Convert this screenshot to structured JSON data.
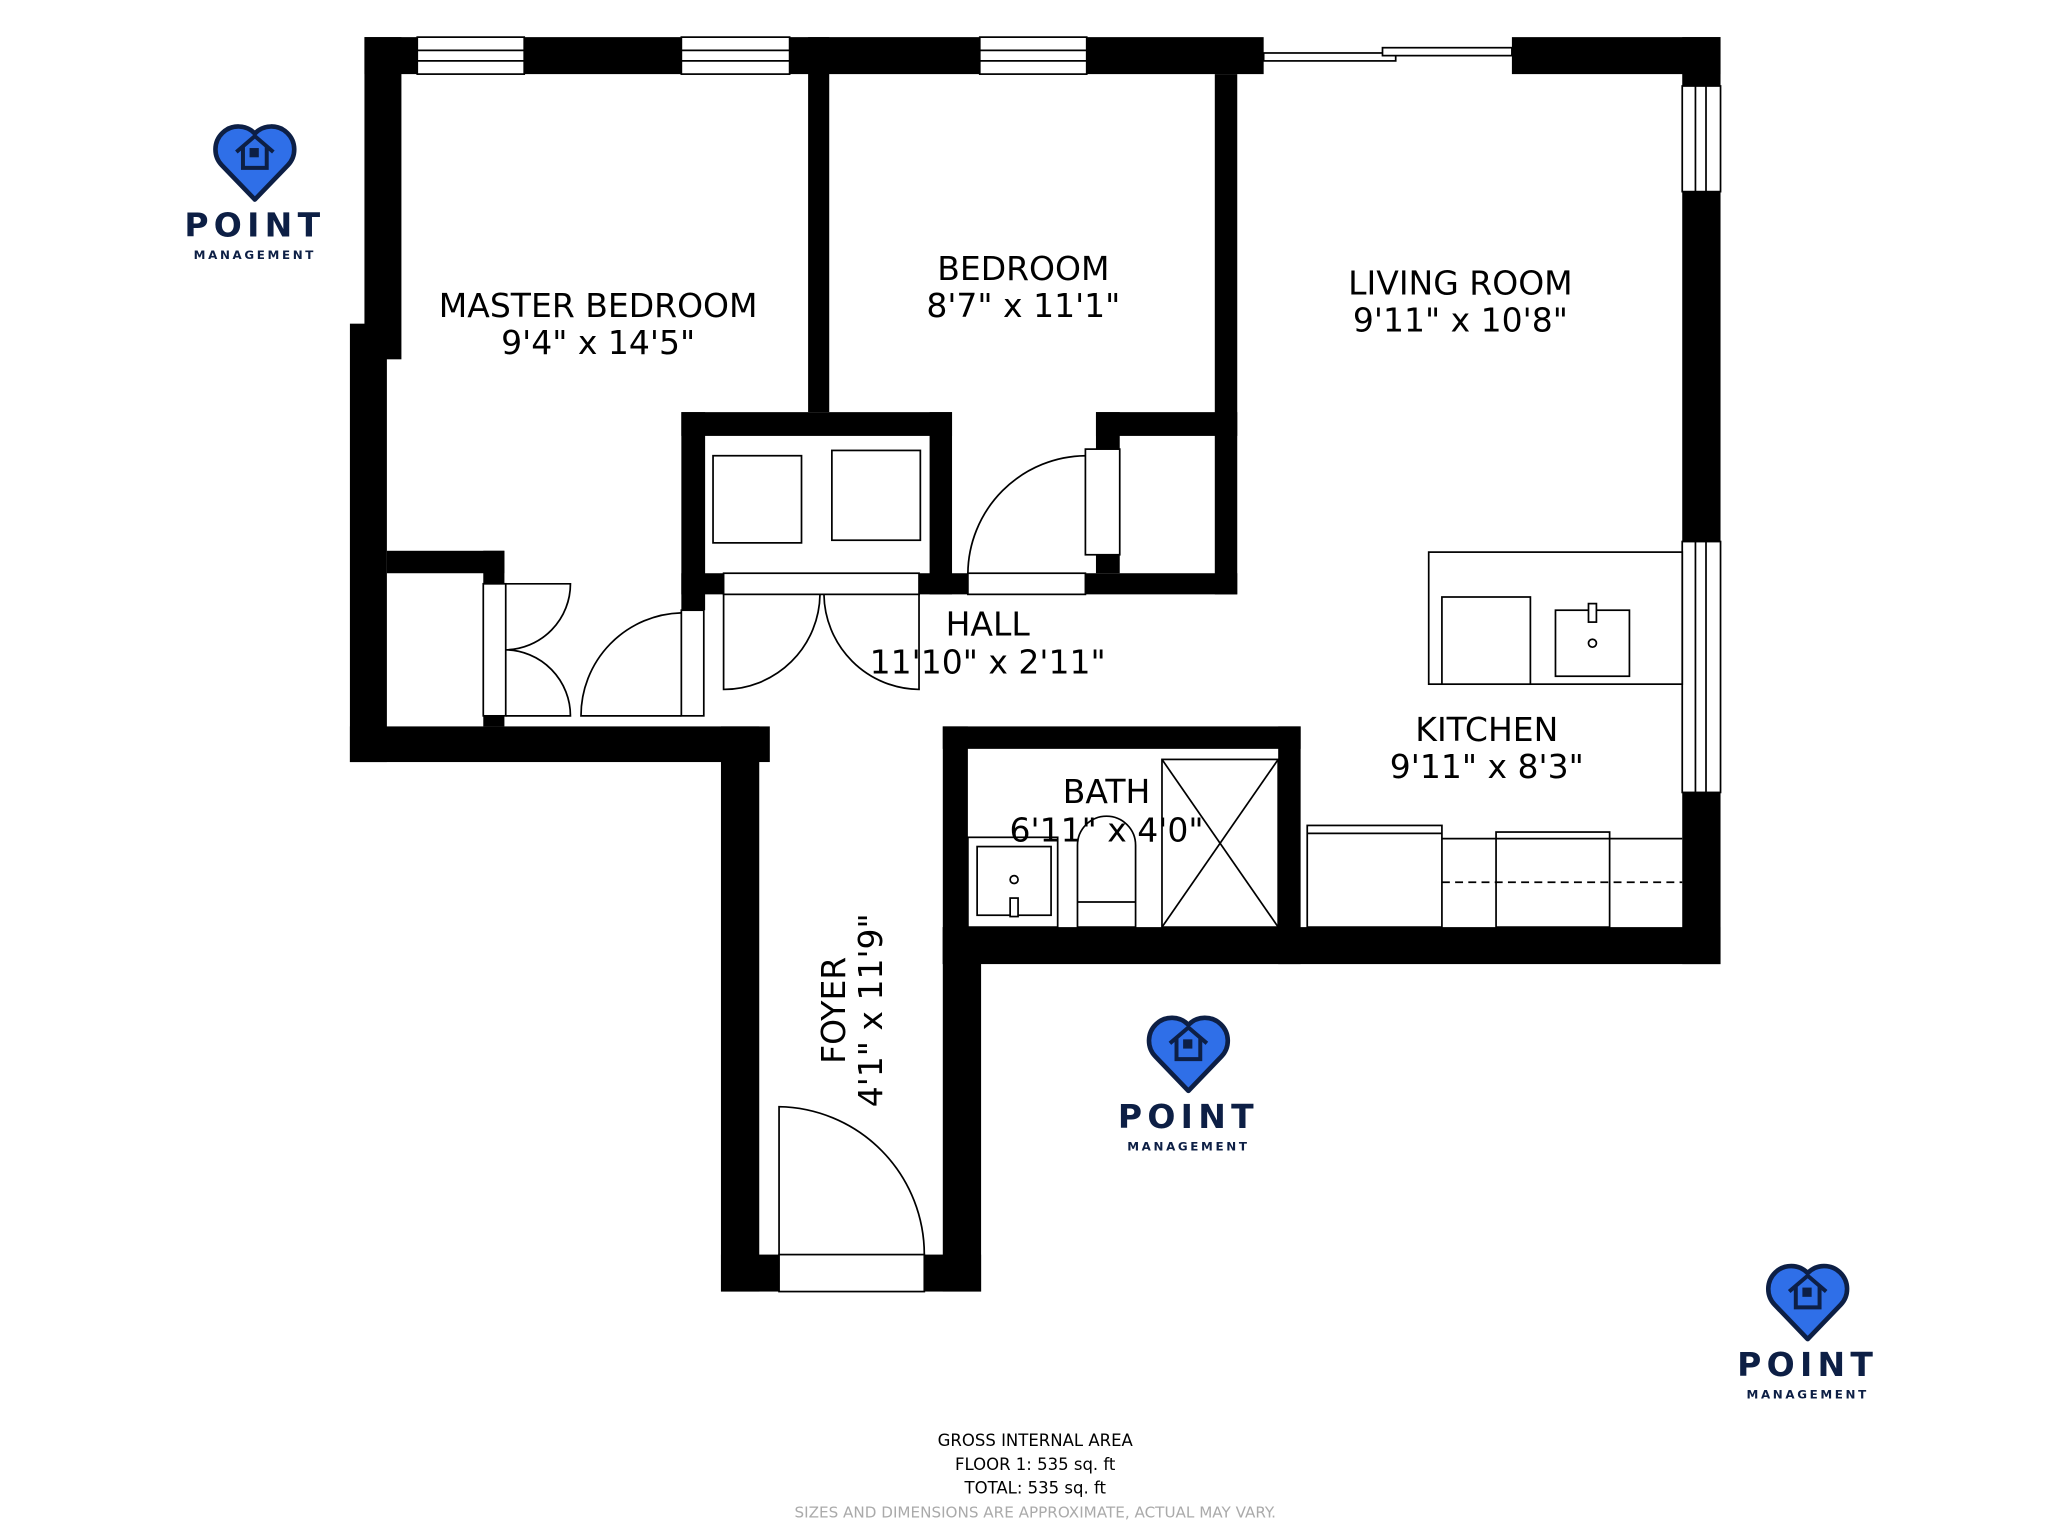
{
  "rooms": [
    {
      "name": "MASTER BEDROOM",
      "dims": "9'4\" x 14'5\""
    },
    {
      "name": "BEDROOM",
      "dims": "8'7\" x 11'1\""
    },
    {
      "name": "LIVING ROOM",
      "dims": "9'11\" x 10'8\""
    },
    {
      "name": "HALL",
      "dims": "11'10\" x 2'11\""
    },
    {
      "name": "KITCHEN",
      "dims": "9'11\" x 8'3\""
    },
    {
      "name": "BATH",
      "dims": "6'11\" x 4'0\""
    },
    {
      "name": "FOYER",
      "dims": "4'1\" x 11'9\""
    }
  ],
  "logo": {
    "brand": "POINT",
    "sub": "MANAGEMENT",
    "color": "#2f6fe8",
    "outline": "#0d1f45"
  },
  "footer": {
    "line1": "GROSS INTERNAL AREA",
    "line2": "FLOOR 1: 535 sq. ft",
    "line3": "TOTAL: 535 sq. ft",
    "disclaimer": "SIZES AND DIMENSIONS ARE APPROXIMATE, ACTUAL MAY VARY."
  }
}
